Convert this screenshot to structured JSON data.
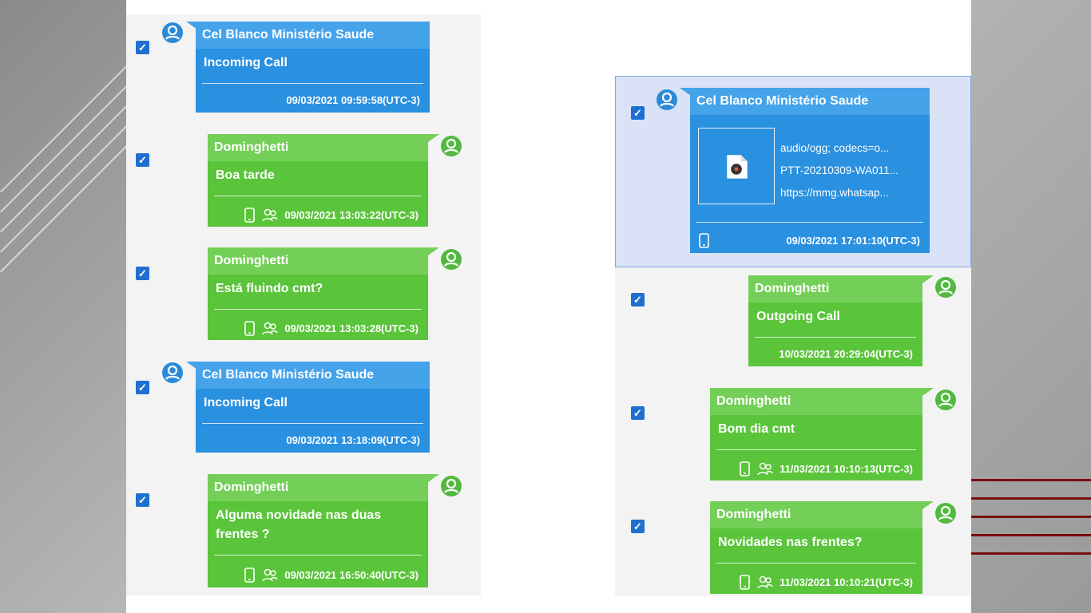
{
  "left_panel": {
    "messages": [
      {
        "sender": "Cel Blanco Ministério Saude",
        "text": "Incoming Call",
        "time": "09/03/2021 09:59:58(UTC-3)"
      },
      {
        "sender": "Dominghetti",
        "text": "Boa tarde",
        "time": "09/03/2021 13:03:22(UTC-3)"
      },
      {
        "sender": "Dominghetti",
        "text": "Está fluindo cmt?",
        "time": "09/03/2021 13:03:28(UTC-3)"
      },
      {
        "sender": "Cel Blanco Ministério Saude",
        "text": "Incoming Call",
        "time": "09/03/2021 13:18:09(UTC-3)"
      },
      {
        "sender": "Dominghetti",
        "text": "Alguma novidade nas duas frentes ?",
        "time": "09/03/2021 16:50:40(UTC-3)"
      }
    ]
  },
  "right_panel": {
    "attachment_message": {
      "sender": "Cel Blanco Ministério Saude",
      "mime": "audio/ogg; codecs=o...",
      "filename": "PTT-20210309-WA011...",
      "url": "https://mmg.whatsap...",
      "time": "09/03/2021 17:01:10(UTC-3)"
    },
    "messages": [
      {
        "sender": "Dominghetti",
        "text": "Outgoing Call",
        "time": "10/03/2021 20:29:04(UTC-3)"
      },
      {
        "sender": "Dominghetti",
        "text": "Bom dia cmt",
        "time": "11/03/2021 10:10:13(UTC-3)"
      },
      {
        "sender": "Dominghetti",
        "text": "Novidades nas frentes?",
        "time": "11/03/2021 10:10:21(UTC-3)"
      }
    ]
  },
  "colors": {
    "incoming": "#2a90e0",
    "outgoing": "#5ac43a",
    "checkbox": "#1f6fd1"
  },
  "icons": {
    "avatar": "user-icon",
    "device": "phone-icon",
    "group": "group-icon",
    "file": "audio-file-icon"
  }
}
